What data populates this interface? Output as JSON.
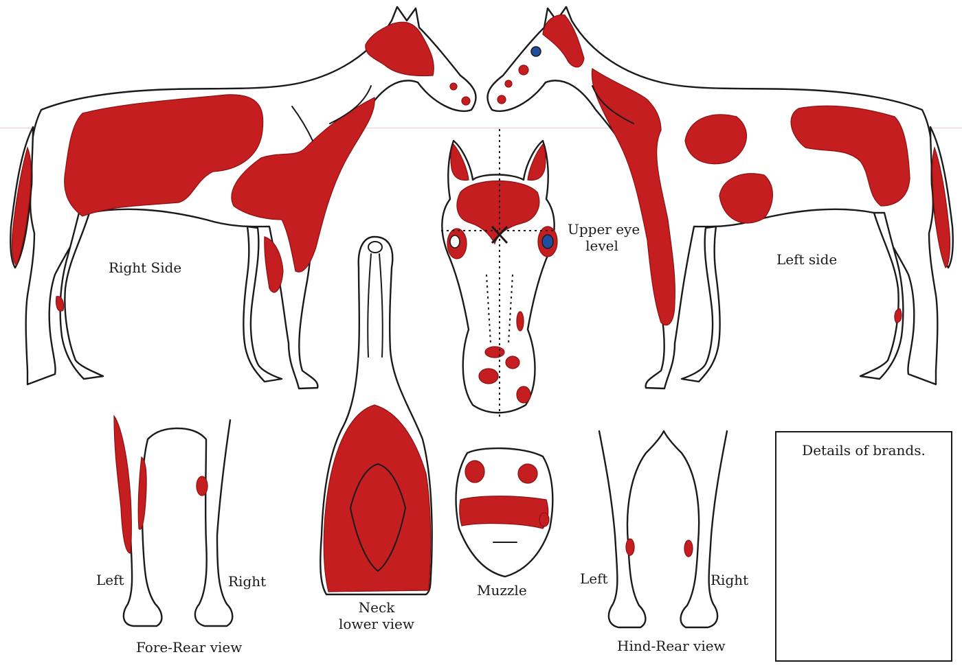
{
  "colors": {
    "patch": "#c41e20",
    "outline": "#1a1a1a",
    "eye": "#1f4e9c"
  },
  "icons": {
    "mark_icon": "x-mark"
  },
  "labels": {
    "right_side": "Right Side",
    "left_side": "Left side",
    "upper_eye_level": [
      "Upper eye",
      "level"
    ],
    "neck_lower_view": [
      "Neck",
      "lower view"
    ],
    "muzzle": "Muzzle",
    "fore_rear_view": "Fore-Rear view",
    "hind_rear_view": "Hind-Rear view",
    "fore_left": "Left",
    "fore_right": "Right",
    "hind_left": "Left",
    "hind_right": "Right",
    "brands_title": "Details of brands."
  }
}
